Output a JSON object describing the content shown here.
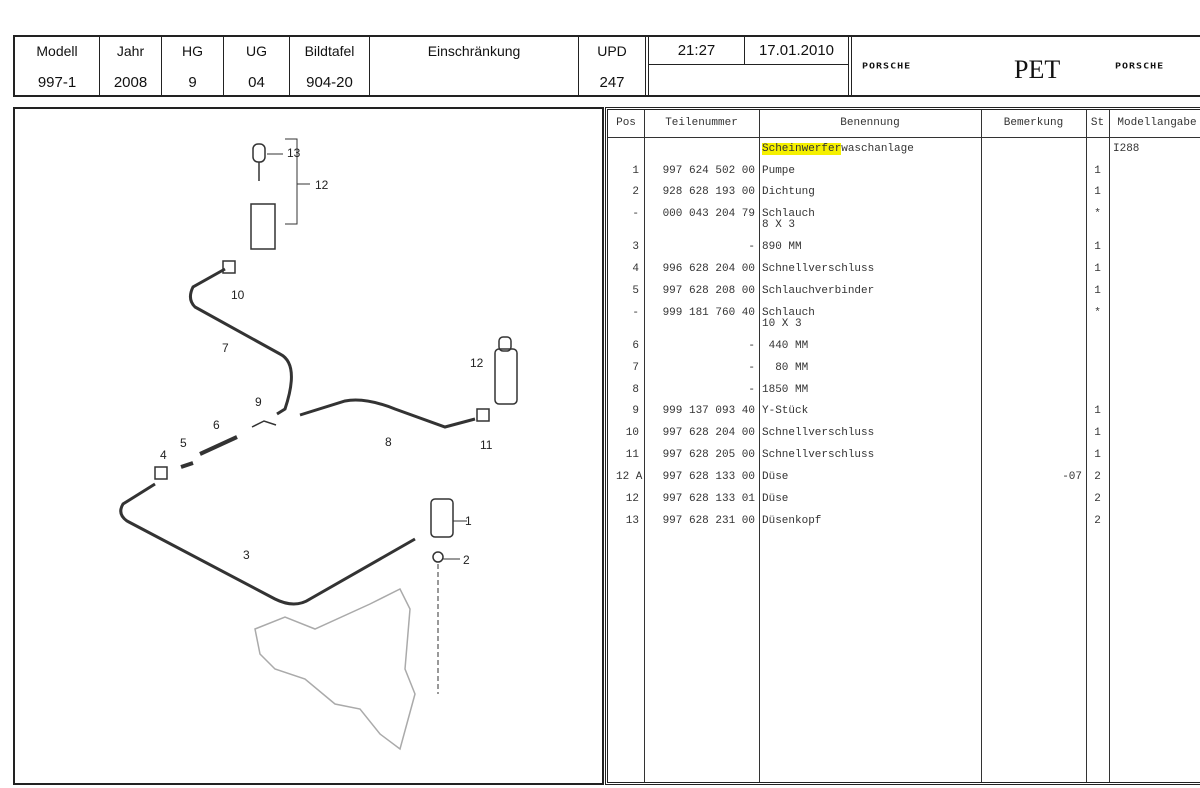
{
  "header": {
    "columns": [
      {
        "label": "Modell",
        "value": "997-1"
      },
      {
        "label": "Jahr",
        "value": "2008"
      },
      {
        "label": "HG",
        "value": "9"
      },
      {
        "label": "UG",
        "value": "04"
      },
      {
        "label": "Bildtafel",
        "value": "904-20"
      },
      {
        "label": "Einschränkung",
        "value": ""
      },
      {
        "label": "UPD",
        "value": "247"
      }
    ],
    "time": "21:27",
    "date": "17.01.2010",
    "brand_left": "PORSCHE",
    "app": "PET",
    "brand_right": "PORSCHE"
  },
  "table": {
    "headers": [
      "Pos",
      "Teilenummer",
      "Benennung",
      "Bemerkung",
      "St",
      "Modellangabe"
    ],
    "title_highlight": "Scheinwerfer",
    "title_rest": "waschanlage",
    "title_model": "I288",
    "rows": [
      {
        "pos": "1",
        "part": "997 624 502 00",
        "name": "Pumpe",
        "note": "",
        "st": "1"
      },
      {
        "pos": "2",
        "part": "928 628 193 00",
        "name": "Dichtung",
        "note": "",
        "st": "1"
      },
      {
        "pos": "-",
        "part": "000 043 204 79",
        "name": "Schlauch\n8 X 3",
        "note": "",
        "st": "*"
      },
      {
        "pos": "3",
        "part": "-",
        "name": "890 MM",
        "note": "",
        "st": "1"
      },
      {
        "pos": "4",
        "part": "996 628 204 00",
        "name": "Schnellverschluss",
        "note": "",
        "st": "1"
      },
      {
        "pos": "5",
        "part": "997 628 208 00",
        "name": "Schlauchverbinder",
        "note": "",
        "st": "1"
      },
      {
        "pos": "-",
        "part": "999 181 760 40",
        "name": "Schlauch\n10 X 3",
        "note": "",
        "st": "*"
      },
      {
        "pos": "6",
        "part": "-",
        "name": " 440 MM",
        "note": "",
        "st": ""
      },
      {
        "pos": "7",
        "part": "-",
        "name": "  80 MM",
        "note": "",
        "st": ""
      },
      {
        "pos": "8",
        "part": "-",
        "name": "1850 MM",
        "note": "",
        "st": ""
      },
      {
        "pos": "9",
        "part": "999 137 093 40",
        "name": "Y-Stück",
        "note": "",
        "st": "1"
      },
      {
        "pos": "10",
        "part": "997 628 204 00",
        "name": "Schnellverschluss",
        "note": "",
        "st": "1"
      },
      {
        "pos": "11",
        "part": "997 628 205 00",
        "name": "Schnellverschluss",
        "note": "",
        "st": "1"
      },
      {
        "pos": "12 A",
        "part": "997 628 133 00",
        "name": "Düse",
        "note": "-07",
        "st": "2"
      },
      {
        "pos": "12",
        "part": "997 628 133 01",
        "name": "Düse",
        "note": "",
        "st": "2"
      },
      {
        "pos": "13",
        "part": "997 628 231 00",
        "name": "Düsenkopf",
        "note": "",
        "st": "2"
      }
    ]
  },
  "diagram": {
    "labels": [
      "13",
      "12",
      "10",
      "7",
      "12",
      "9",
      "8",
      "11",
      "6",
      "5",
      "4",
      "1",
      "2",
      "3"
    ]
  }
}
